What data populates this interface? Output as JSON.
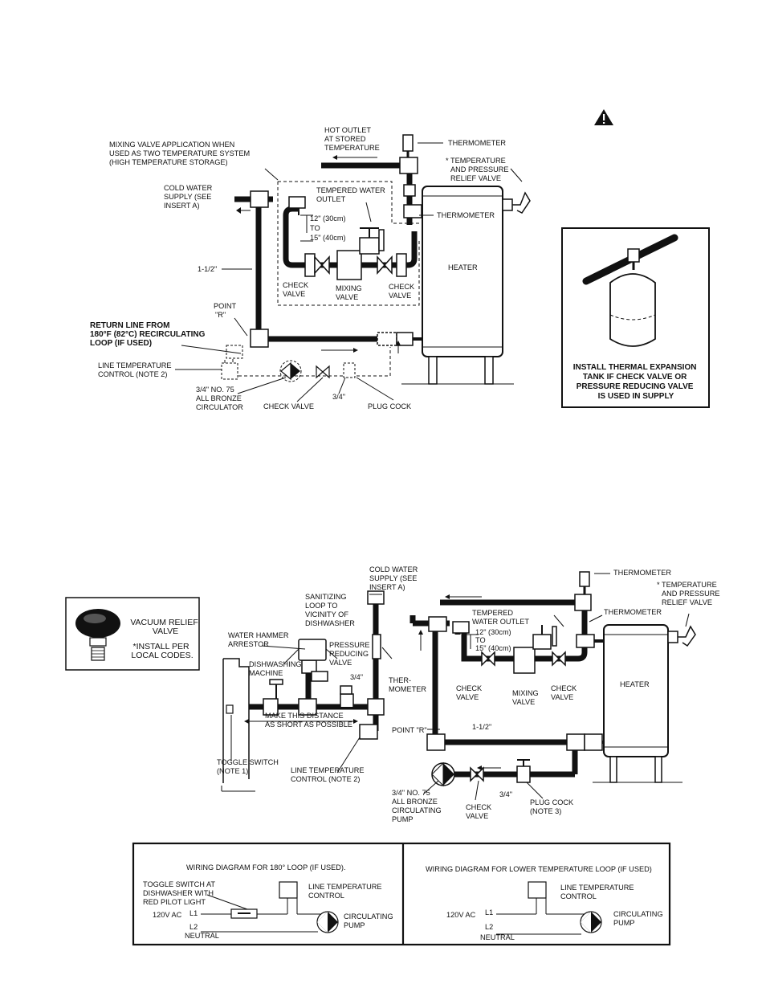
{
  "top": {
    "mixing_valve_app": [
      "MIXING VALVE APPLICATION WHEN",
      "USED AS TWO TEMPERATURE SYSTEM",
      "(HIGH TEMPERATURE STORAGE)"
    ],
    "hot_outlet": [
      "HOT OUTLET",
      "AT STORED",
      "TEMPERATURE"
    ],
    "thermometer_top": "THERMOMETER",
    "tp_relief": [
      "* TEMPERATURE",
      "AND PRESSURE",
      "RELIEF VALVE"
    ],
    "cold_water": [
      "COLD WATER",
      "SUPPLY (SEE",
      "INSERT A)"
    ],
    "tempered_outlet": [
      "TEMPERED WATER",
      "OUTLET"
    ],
    "distance": [
      "12\" (30cm)",
      "TO",
      "15\" (40cm)"
    ],
    "thermometer_mid": "THERMOMETER",
    "heater": "HEATER",
    "pipe_size": "1-1/2\"",
    "check_valve_left": [
      "CHECK",
      "VALVE"
    ],
    "mixing_valve": [
      "MIXING",
      "VALVE"
    ],
    "check_valve_right": [
      "CHECK",
      "VALVE"
    ],
    "point_r": [
      "POINT",
      "\"R\""
    ],
    "return_line": [
      "RETURN LINE FROM",
      "180°F (82°C) RECIRCULATING",
      "LOOP (IF USED)"
    ],
    "line_temp": [
      "LINE TEMPERATURE",
      "CONTROL (NOTE 2)"
    ],
    "circulator": [
      "3/4\" NO. 75",
      "ALL BRONZE",
      "CIRCULATOR"
    ],
    "check_valve_bottom": "CHECK VALVE",
    "three_quarter": "3/4\"",
    "plug_cock": "PLUG COCK"
  },
  "insert_tank": {
    "caption": [
      "INSTALL THERMAL EXPANSION",
      "TANK IF CHECK VALVE OR",
      "PRESSURE REDUCING VALVE",
      "IS USED IN SUPPLY"
    ]
  },
  "insert_vacuum": {
    "title": [
      "VACUUM RELIEF",
      "VALVE"
    ],
    "note": [
      "*INSTALL PER",
      "LOCAL CODES."
    ]
  },
  "bottom": {
    "cold_water": [
      "COLD WATER",
      "SUPPLY (SEE",
      "INSERT A)"
    ],
    "sanitizing": [
      "SANITIZING",
      "LOOP TO",
      "VICINITY OF",
      "DISHWASHER"
    ],
    "hammer": [
      "WATER HAMMER",
      "ARRESTOR"
    ],
    "prv": [
      "PRESSURE",
      "REDUCING",
      "VALVE"
    ],
    "dishwasher": [
      "DISHWASHING",
      "MACHINE"
    ],
    "three_quarter_a": "3/4\"",
    "thermometer_v": [
      "THER-",
      "MOMETER"
    ],
    "make_short": [
      "MAKE THIS DISTANCE",
      "AS SHORT AS POSSIBLE"
    ],
    "toggle": [
      "TOGGLE SWITCH",
      "(NOTE 1)"
    ],
    "line_temp": [
      "LINE TEMPERATURE",
      "CONTROL (NOTE 2)"
    ],
    "point_r": "POINT \"R\"",
    "pipe_size": "1-1/2\"",
    "tempered": [
      "TEMPERED",
      "WATER OUTLET"
    ],
    "distance": [
      "12\" (30cm)",
      "TO",
      "15\" (40cm)"
    ],
    "check_left": [
      "CHECK",
      "VALVE"
    ],
    "mixing": [
      "MIXING",
      "VALVE"
    ],
    "check_right": [
      "CHECK",
      "VALVE"
    ],
    "thermometer_top": "THERMOMETER",
    "tp_relief": [
      "* TEMPERATURE",
      "AND PRESSURE",
      "RELIEF VALVE"
    ],
    "thermometer_mid": "THERMOMETER",
    "heater": "HEATER",
    "pump": [
      "3/4\" NO. 75",
      "ALL BRONZE",
      "CIRCULATING",
      "PUMP"
    ],
    "check_bottom": [
      "CHECK",
      "VALVE"
    ],
    "three_quarter_b": "3/4\"",
    "plug_cock": [
      "PLUG COCK",
      "(NOTE 3)"
    ]
  },
  "wiring": {
    "left": {
      "title": "WIRING DIAGRAM FOR 180° LOOP (IF USED).",
      "toggle": [
        "TOGGLE SWITCH AT",
        "DISHWASHER WITH",
        "RED PILOT LIGHT"
      ],
      "line_temp": [
        "LINE TEMPERATURE",
        "CONTROL"
      ],
      "ac": "120V AC",
      "l1": "L1",
      "l2": "L2",
      "neutral": "NEUTRAL",
      "pump": [
        "CIRCULATING",
        "PUMP"
      ]
    },
    "right": {
      "title": "WIRING DIAGRAM FOR LOWER TEMPERATURE LOOP (IF USED)",
      "line_temp": [
        "LINE TEMPERATURE",
        "CONTROL"
      ],
      "ac": "120V AC",
      "l1": "L1",
      "l2": "L2",
      "neutral": "NEUTRAL",
      "pump": [
        "CIRCULATING",
        "PUMP"
      ]
    }
  }
}
